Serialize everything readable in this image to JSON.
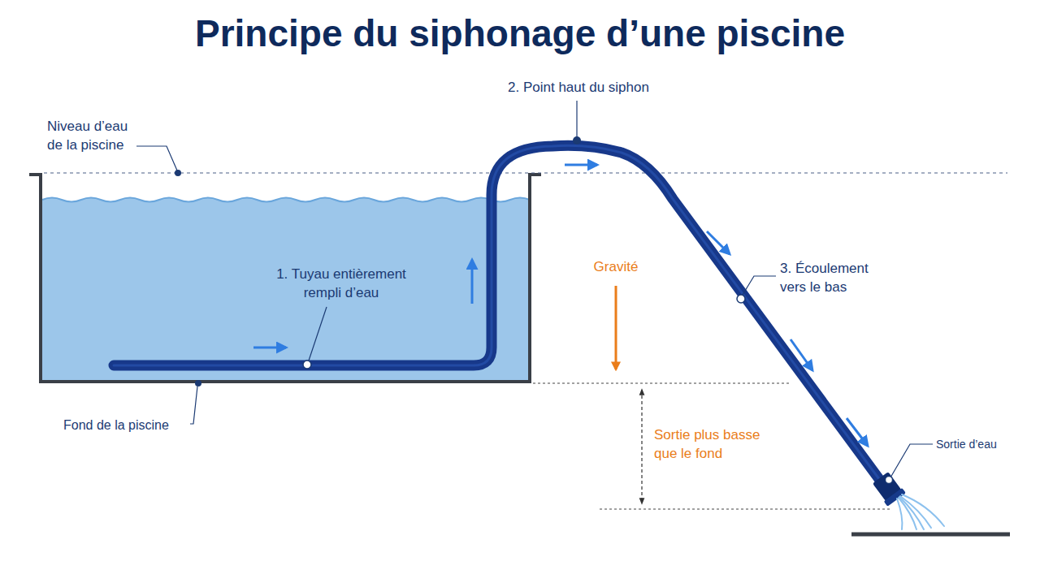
{
  "diagram": {
    "title": "Principe du siphonage d’une piscine",
    "labels": [
      "Niveau d’eau de la piscine",
      "2. Point haut du siphon",
      "1. Tuyau entièrement rempli d’eau",
      "Gravité",
      "3. Écoulement vers le bas",
      "Fond de la piscine",
      "Sortie plus basse que le fond",
      "Sortie d’eau"
    ]
  }
}
